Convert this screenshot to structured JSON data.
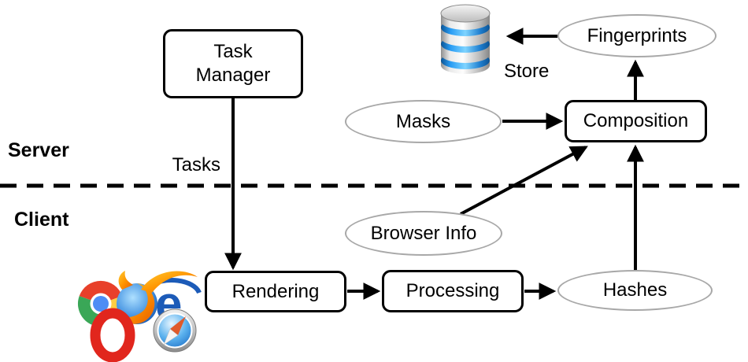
{
  "diagram": {
    "zones": {
      "server": {
        "label": "Server"
      },
      "client": {
        "label": "Client"
      }
    },
    "nodes": {
      "task_manager": {
        "label": "Task Manager",
        "shape": "rounded-rect",
        "zone": "server"
      },
      "masks": {
        "label": "Masks",
        "shape": "ellipse",
        "zone": "server"
      },
      "composition": {
        "label": "Composition",
        "shape": "rounded-rect",
        "zone": "server"
      },
      "fingerprints": {
        "label": "Fingerprints",
        "shape": "ellipse",
        "zone": "server"
      },
      "browser_info": {
        "label": "Browser Info",
        "shape": "ellipse",
        "zone": "client"
      },
      "rendering": {
        "label": "Rendering",
        "shape": "rounded-rect",
        "zone": "client"
      },
      "processing": {
        "label": "Processing",
        "shape": "rounded-rect",
        "zone": "client"
      },
      "hashes": {
        "label": "Hashes",
        "shape": "ellipse",
        "zone": "client"
      }
    },
    "edge_labels": {
      "tasks": "Tasks",
      "store": "Store"
    },
    "edges": [
      {
        "from": "task_manager",
        "to": "rendering",
        "label": "Tasks"
      },
      {
        "from": "rendering",
        "to": "processing"
      },
      {
        "from": "processing",
        "to": "hashes"
      },
      {
        "from": "hashes",
        "to": "composition"
      },
      {
        "from": "browser_info",
        "to": "composition"
      },
      {
        "from": "masks",
        "to": "composition"
      },
      {
        "from": "composition",
        "to": "fingerprints"
      },
      {
        "from": "fingerprints",
        "to": "database",
        "label": "Store"
      }
    ],
    "icons": [
      {
        "name": "database-icon"
      },
      {
        "name": "browser-logos-icon",
        "browsers": [
          "Chrome",
          "Firefox",
          "Internet Explorer",
          "Opera",
          "Safari"
        ]
      }
    ],
    "colors": {
      "background": "#ffffff",
      "box_border": "#000000",
      "ellipse_border": "#a8a8a8",
      "text": "#000000",
      "database_blue": "#2586e3",
      "database_silver": "#c9c9c9"
    }
  }
}
